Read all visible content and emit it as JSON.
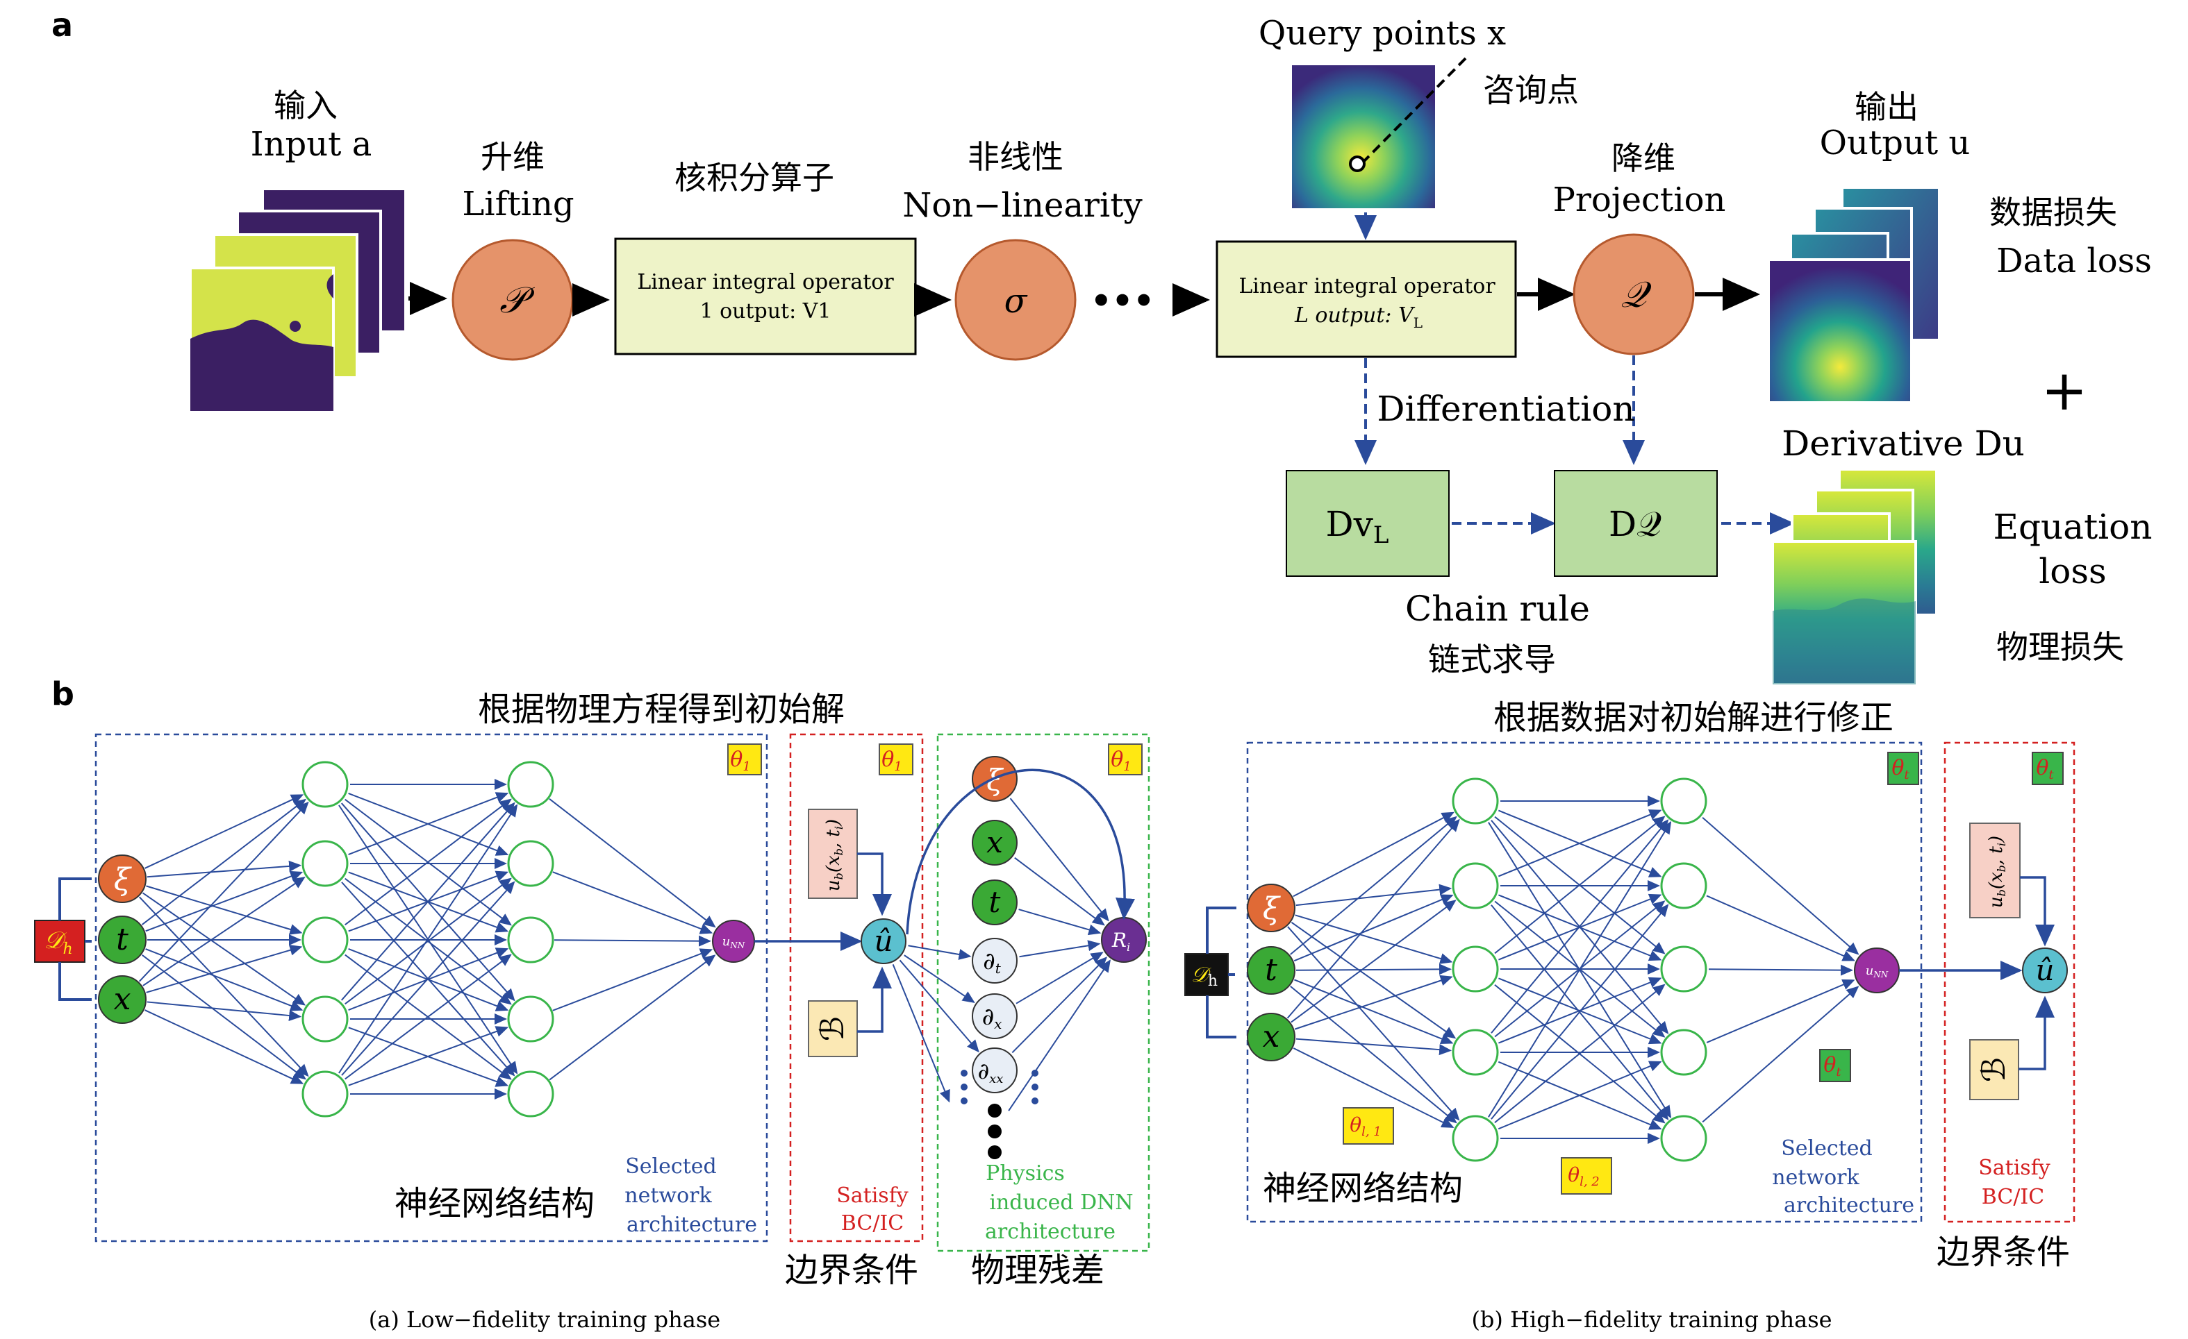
{
  "panel_a": {
    "label": "a",
    "input": {
      "cn": "输入",
      "en": "Input a"
    },
    "lifting": {
      "cn": "升维",
      "en": "Lifting",
      "symbol": "𝒫"
    },
    "kernel_title_cn": "核积分算子",
    "operator1": {
      "line1": "Linear integral operator",
      "line2": "1 output: V1"
    },
    "nonlinearity": {
      "cn": "非线性",
      "en": "Non−linearity",
      "symbol": "σ"
    },
    "ellipsis": "•••",
    "query": {
      "en": "Query points x",
      "cn": "咨询点"
    },
    "operatorL": {
      "line1": "Linear integral operator",
      "line2": "L output: V",
      "sub": "L"
    },
    "projection": {
      "cn": "降维",
      "en": "Projection",
      "symbol": "𝒬"
    },
    "output": {
      "cn": "输出",
      "en": "Output u"
    },
    "data_loss": {
      "cn": "数据损失",
      "en": "Data loss"
    },
    "plus": "+",
    "differentiation": "Differentiation",
    "derivative": "Derivative Du",
    "dvl": {
      "main": "Dv",
      "sub": "L"
    },
    "dq": "D𝒬",
    "chain_rule": {
      "en": "Chain rule",
      "cn": "链式求导"
    },
    "equation_loss": {
      "line1": "Equation",
      "line2": "loss",
      "cn": "物理损失"
    }
  },
  "panel_b": {
    "label": "b",
    "left_title": "根据物理方程得到初始解",
    "right_title": "根据数据对初始解进行修正",
    "theta1": "θ",
    "theta1_sub": "1",
    "thetat": "θ",
    "thetat_sub": "t",
    "theta_l1": "θ",
    "theta_l1_sub": "l, 1",
    "theta_l2": "θ",
    "theta_l2_sub": "l, 2",
    "dh": "𝒟",
    "dh_sub_left": "h",
    "dh_sub_right": "h",
    "xi": "ξ",
    "t": "t",
    "x": "x",
    "unn": "u",
    "unn_sub": "NN",
    "uhat": "û",
    "ub": "u",
    "ub_args": "(x",
    "B": "ℬ",
    "dt": "∂",
    "dt_sub": "t",
    "dx": "∂",
    "dx_sub": "x",
    "dxx": "∂",
    "dxx_sub": "xx",
    "ri": "R",
    "ri_sub": "i",
    "nn_struct_cn": "神经网络结构",
    "selected": [
      "Selected",
      "network",
      "architecture"
    ],
    "satisfy": [
      "Satisfy",
      "BC/IC"
    ],
    "physics": [
      "Physics",
      "induced DNN",
      "architecture"
    ],
    "boundary_cn": "边界条件",
    "residual_cn": "物理残差",
    "caption_a": "(a) Low−fidelity training phase",
    "caption_b": "(b) High−fidelity training phase"
  },
  "colors": {
    "arrow": "#2a4b9b",
    "orange_node": "#e06a36",
    "green_node": "#3aa935",
    "purple_node": "#9a2fa0",
    "teal_node": "#5bc0cf",
    "op_box": "#eef3c8",
    "d_box": "#b8dca0",
    "red_box": "#d42020",
    "theta_box": "#ffe812"
  }
}
